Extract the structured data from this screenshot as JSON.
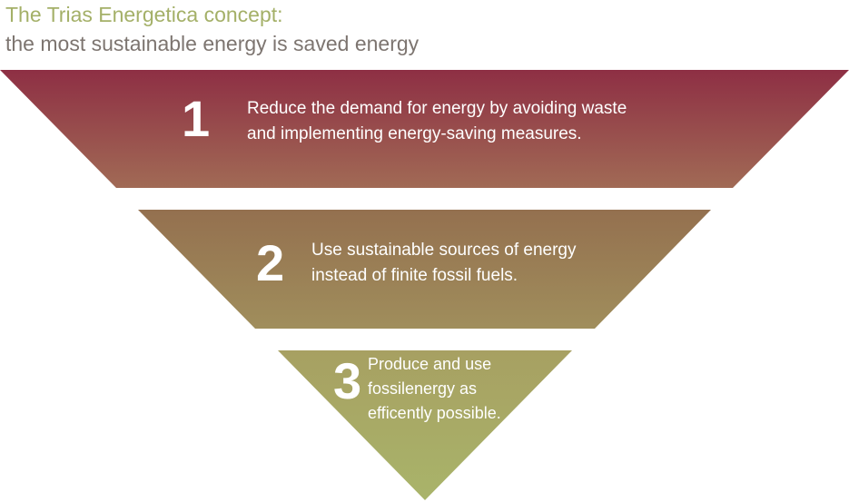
{
  "heading": {
    "line1": "The Trias Energetica concept:",
    "line2": "the most sustainable energy is saved energy",
    "line1_color": "#a4b068",
    "line2_color": "#7d7570"
  },
  "colors": {
    "top_band_start": "#8e2f44",
    "top_band_end": "#a16a55",
    "middle_band_start": "#94704f",
    "middle_band_end": "#a08e5c",
    "bottom_band_start": "#a7a062",
    "bottom_band_end": "#a9b46a"
  },
  "steps": [
    {
      "number": "1",
      "lines": [
        "Reduce the demand for energy by avoiding waste",
        "and implementing energy-saving measures."
      ]
    },
    {
      "number": "2",
      "lines": [
        "Use sustainable sources of energy",
        "instead of finite fossil fuels."
      ]
    },
    {
      "number": "3",
      "lines": [
        "Produce and use",
        "fossilenergy as",
        "efficently possible."
      ]
    }
  ]
}
